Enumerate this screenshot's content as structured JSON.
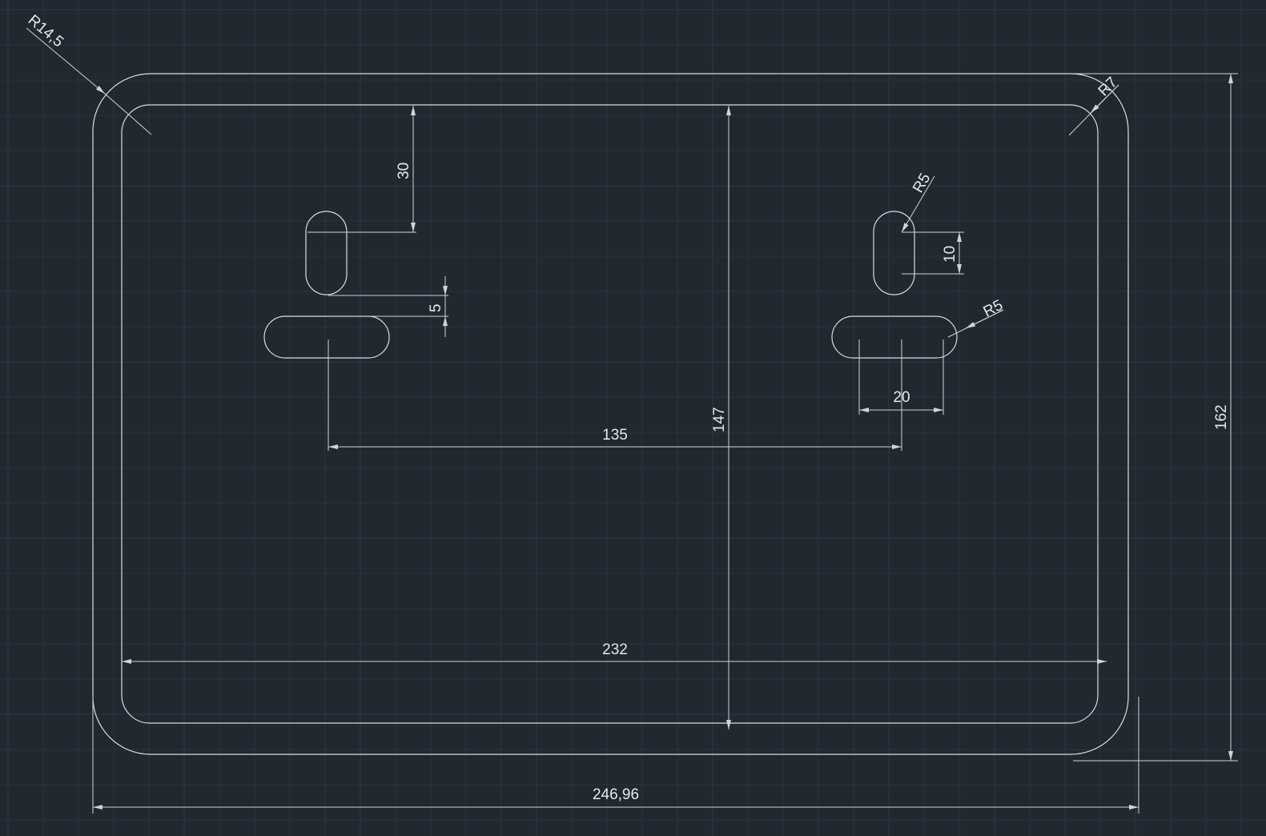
{
  "colors": {
    "background": "#212830",
    "geometry": "#d9dde2",
    "dimension": "#cfd4da",
    "grid_minor": "#2a323c",
    "grid_major": "#303945"
  },
  "dimensions": {
    "outer_radius": "R14,5",
    "inner_radius": "R7",
    "slot_radius_top": "R5",
    "slot_radius_bottom": "R5",
    "slot_top_offset": "30",
    "slot_gap": "5",
    "slot_straight_vertical": "10",
    "slot_straight_horizontal": "20",
    "slot_spacing": "135",
    "inner_height": "147",
    "inner_width": "232",
    "outer_height": "162",
    "outer_width": "246,96"
  }
}
